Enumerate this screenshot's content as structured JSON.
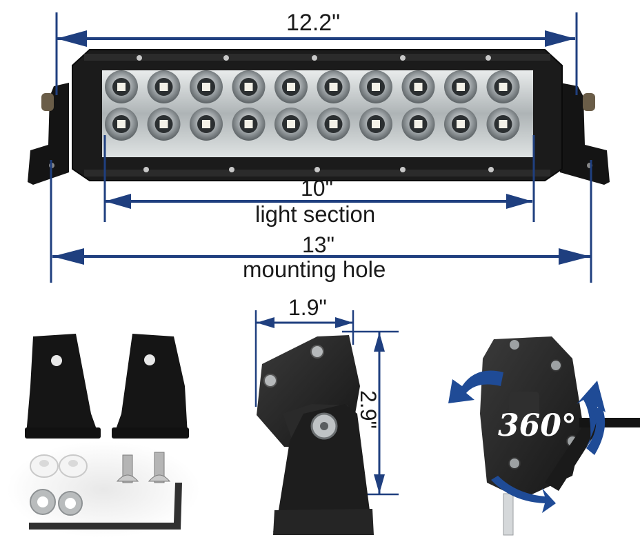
{
  "dimensions": {
    "overall_length": "12.2\"",
    "light_section_length": "10\"",
    "light_section_label": "light section",
    "mounting_hole_length": "13\"",
    "mounting_hole_label": "mounting hole",
    "depth": "1.9\"",
    "height": "2.9\""
  },
  "rotation_label": "360°",
  "colors": {
    "dimension_line": "#1f3f7f",
    "housing": "#1b1b1b",
    "lens": "#cfd4d6",
    "led_chip": "#f3f1e8",
    "rotation_arrow": "#1f4b96"
  },
  "icons": {
    "dimension_arrow": "double-headed-arrow",
    "rotation_arrow": "curved-arrow"
  },
  "led_grid": {
    "rows": 2,
    "columns": 10
  }
}
